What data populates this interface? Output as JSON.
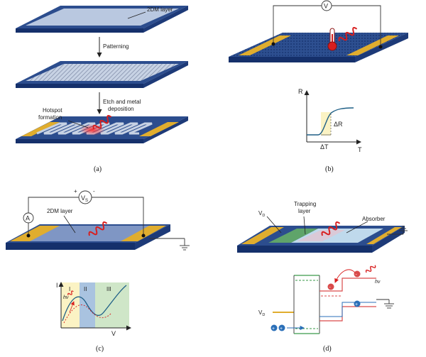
{
  "panel_a": {
    "layer_label": "2DM layer",
    "patterning_label": "Patterning",
    "etch_label_1": "Etch and metal",
    "etch_label_2": "deposition",
    "hotspot_label_1": "Hotspot",
    "hotspot_label_2": "formation",
    "caption": "(a)"
  },
  "panel_b": {
    "voltmeter_label": "V",
    "y_axis_label": "R",
    "x_axis_label": "T",
    "delta_r_label": "ΔR",
    "delta_t_label": "ΔT",
    "caption": "(b)"
  },
  "panel_c": {
    "vs_label": "V",
    "vs_subscript": "S",
    "plus_sign": "+",
    "minus_sign": "-",
    "ammeter_label": "A",
    "layer_label": "2DM layer",
    "y_axis_label": "I",
    "x_axis_label": "V",
    "region_1": "I",
    "region_2": "II",
    "region_3": "III",
    "hv_label": "hν",
    "caption": "(c)",
    "colors": {
      "region_1": "#fbf3c4",
      "region_2": "#a9c3e0",
      "region_3": "#cfe6c8"
    }
  },
  "panel_d": {
    "vd_label": "V",
    "vd_subscript": "D",
    "trapping_label_1": "Trapping",
    "trapping_label_2": "layer",
    "absorber_label": "Absorber",
    "hv_label": "hν",
    "vd_band_label": "V",
    "vd_band_subscript": "D",
    "caption": "(d)"
  },
  "colors": {
    "substrate": "#2c4d8e",
    "substrate_dark": "#15306b",
    "film": "#b9c8e0",
    "contact": "#e0ad2e",
    "photon": "#d81e1e"
  }
}
